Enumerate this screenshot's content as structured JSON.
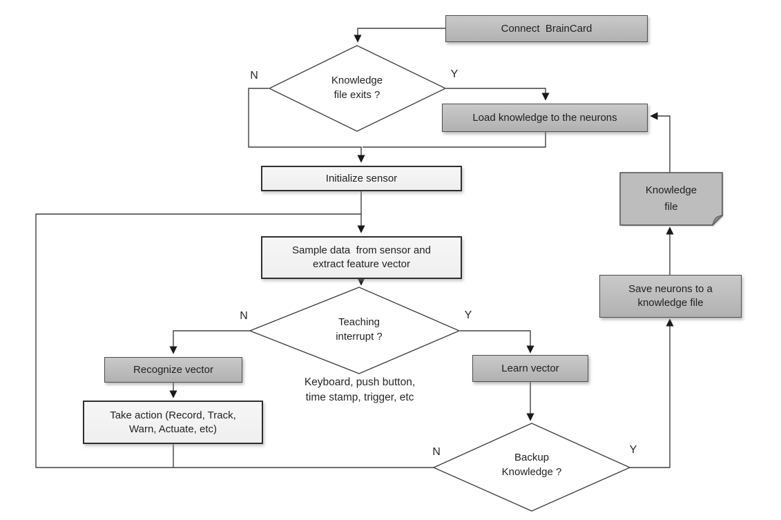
{
  "diagram": {
    "type": "flowchart",
    "nodes": {
      "connect_braincard": {
        "label": "Connect  BrainCard"
      },
      "load_knowledge": {
        "label": "Load knowledge to the neurons"
      },
      "initialize_sensor": {
        "label": "Initialize sensor"
      },
      "sample_data": {
        "line1": "Sample data  from sensor and",
        "line2": "extract feature vector"
      },
      "recognize_vector": {
        "label": "Recognize vector"
      },
      "take_action": {
        "line1": "Take action (Record, Track,",
        "line2": "Warn, Actuate, etc)"
      },
      "learn_vector": {
        "label": "Learn vector"
      },
      "save_neurons": {
        "line1": "Save neurons to a",
        "line2": "knowledge file"
      },
      "knowledge_file": {
        "line1": "Knowledge",
        "line2": "file"
      }
    },
    "decisions": {
      "knowledge_file_exists": {
        "line1": "Knowledge",
        "line2": "file exits ?"
      },
      "teaching_interrupt": {
        "line1": "Teaching",
        "line2": "interrupt ?"
      },
      "backup_knowledge": {
        "line1": "Backup",
        "line2": "Knowledge ?"
      }
    },
    "branch_labels": {
      "kfe_no": "N",
      "kfe_yes": "Y",
      "ti_no": "N",
      "ti_yes": "Y",
      "bk_no": "N",
      "bk_yes": "Y"
    },
    "annotation": {
      "line1": "Keyboard, push button,",
      "line2": "time stamp, trigger, etc"
    },
    "colors": {
      "node_fill_dark": "#bdbdbd",
      "node_fill_light": "#f2f2f2",
      "decision_fill": "#ffffff",
      "line": "#3f3f3f"
    }
  }
}
